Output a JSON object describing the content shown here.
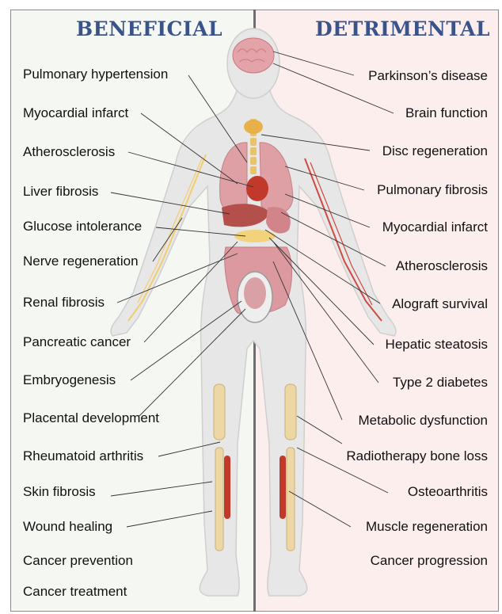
{
  "headings": {
    "beneficial": "BENEFICIAL",
    "detrimental": "DETRIMENTAL"
  },
  "beneficial": [
    "Pulmonary hypertension",
    "Myocardial infarct",
    "Atherosclerosis",
    "Liver fibrosis",
    "Glucose intolerance",
    "Nerve regeneration",
    "Renal fibrosis",
    "Pancreatic cancer",
    "Embryogenesis",
    "Placental development",
    "Rheumatoid arthritis",
    "Skin fibrosis",
    "Wound healing",
    "Cancer prevention",
    "Cancer treatment"
  ],
  "detrimental": [
    "Parkinson’s disease",
    "Brain function",
    "Disc regeneration",
    "Pulmonary fibrosis",
    "Myocardial infarct",
    "Atherosclerosis",
    "Alograft survival",
    "Hepatic steatosis",
    "Type 2 diabetes",
    "Metabolic dysfunction",
    "Radiotherapy bone loss",
    "Osteoarthritis",
    "Muscle regeneration",
    "Cancer progression"
  ],
  "colors": {
    "heading": "#3a5489",
    "beneficial_bg": "#f5f7f2",
    "detrimental_bg": "#fdeeee",
    "body": "#e6e6e6",
    "organ": "#d8868c"
  }
}
